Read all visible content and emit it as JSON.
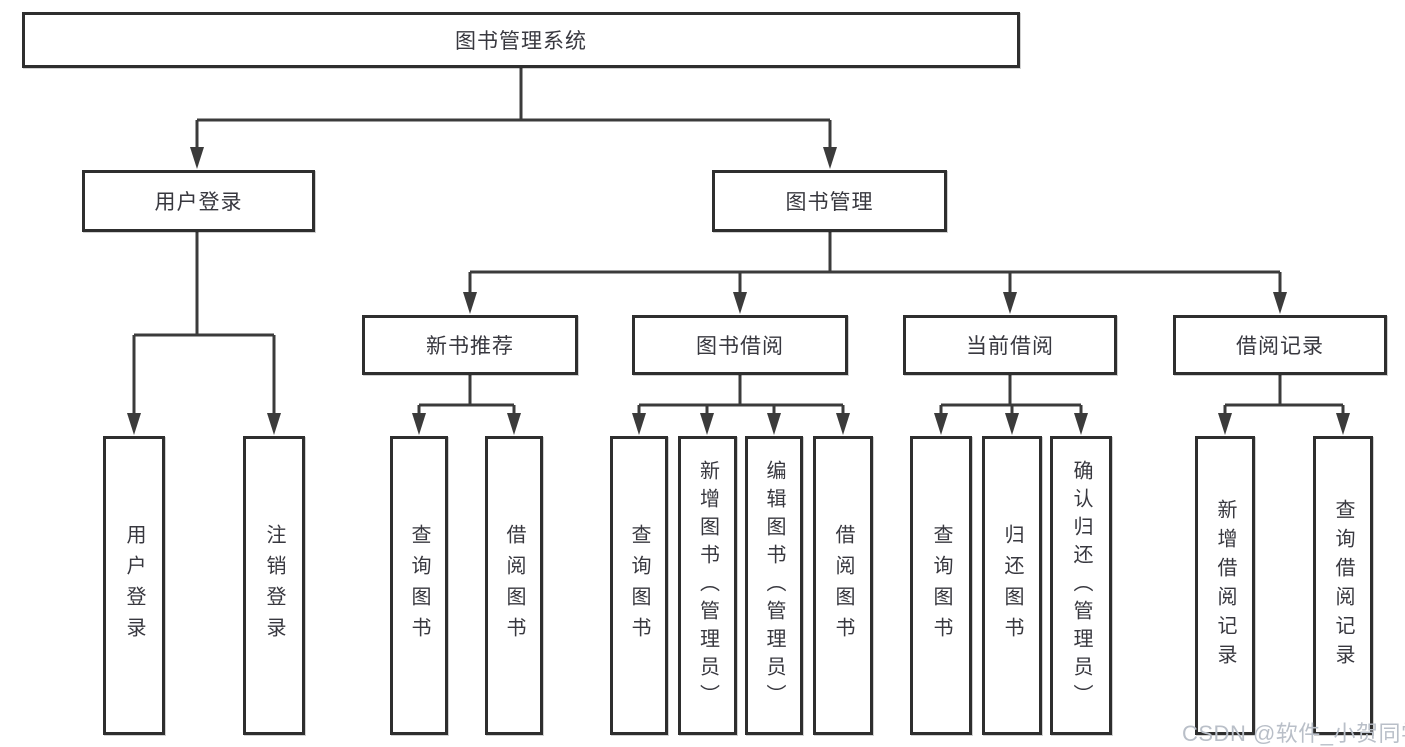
{
  "diagram": {
    "title_node": {
      "label": "图书管理系统"
    },
    "level2": [
      {
        "label": "用户登录"
      },
      {
        "label": "图书管理"
      }
    ],
    "level3": [
      {
        "label": "新书推荐"
      },
      {
        "label": "图书借阅"
      },
      {
        "label": "当前借阅"
      },
      {
        "label": "借阅记录"
      }
    ],
    "leaves": {
      "user": [
        {
          "label": "用户登录"
        },
        {
          "label": "注销登录"
        }
      ],
      "recommend": [
        {
          "label": "查询图书"
        },
        {
          "label": "借阅图书"
        }
      ],
      "borrow": [
        {
          "label": "查询图书"
        },
        {
          "label": "新增图书（管理员）"
        },
        {
          "label": "编辑图书（管理员）"
        },
        {
          "label": "借阅图书"
        }
      ],
      "current": [
        {
          "label": "查询图书"
        },
        {
          "label": "归还图书"
        },
        {
          "label": "确认归还（管理员）"
        }
      ],
      "records": [
        {
          "label": "新增借阅记录"
        },
        {
          "label": "查询借阅记录"
        }
      ]
    },
    "colors": {
      "line": "#3b3b3b",
      "border": "#2e2e2e",
      "text": "#38383f",
      "watermark": "#b9bfc8",
      "background": "#ffffff"
    }
  },
  "watermark": {
    "text": "CSDN @软件_小贺同学"
  }
}
